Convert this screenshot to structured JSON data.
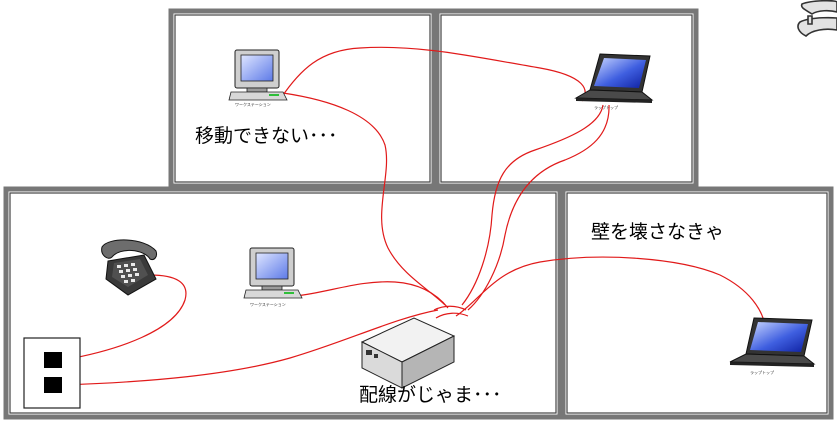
{
  "captions": {
    "cannot_move": "移動できない･･･",
    "must_break_wall": "壁を壊さなきゃ",
    "cables_in_way": "配線がじゃま･･･"
  },
  "device_labels": {
    "workstation": "ワークステーション",
    "laptop": "ラップトップ"
  },
  "colors": {
    "cable": "#e11a1a",
    "wall_outer": "#777777",
    "wall_inner": "#444444",
    "screen": "#1a33c8"
  },
  "icons": [
    "workstation-icon",
    "laptop-icon",
    "telephone-icon",
    "wall-jack-icon",
    "network-hub-icon",
    "pipe-figure-icon"
  ]
}
